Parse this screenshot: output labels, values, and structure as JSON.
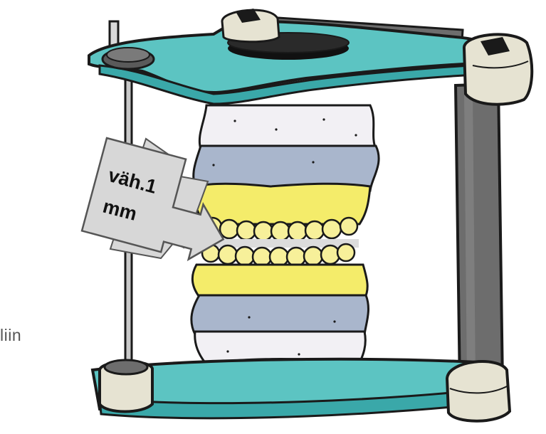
{
  "callout": {
    "line1": "väh.1",
    "line2": "mm"
  },
  "side_text": "liin",
  "colors": {
    "articulator_teal": "#5cc4c2",
    "post_gray": "#6d6d6d",
    "knob_cream": "#e6e3d2",
    "plaster_white": "#f2f0f4",
    "plaster_blue": "#a9b6cc",
    "wax_yellow": "#f4ec6a",
    "callout_gray": "#d7d7d7",
    "outline": "#1a1a1a"
  },
  "icons": [
    "dental-articulator-icon",
    "denture-model-icon",
    "arrow-callout-icon"
  ]
}
